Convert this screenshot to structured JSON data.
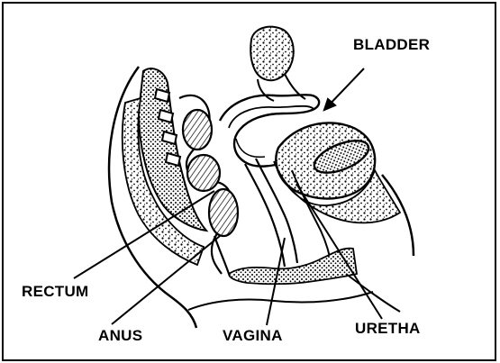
{
  "labels": {
    "bladder": "BLADDER",
    "rectum": "RECTUM",
    "anus": "ANUS",
    "vagina": "VAGINA",
    "uretha": "URETHA"
  },
  "colors": {
    "ink": "#000000",
    "paper": "#ffffff"
  }
}
